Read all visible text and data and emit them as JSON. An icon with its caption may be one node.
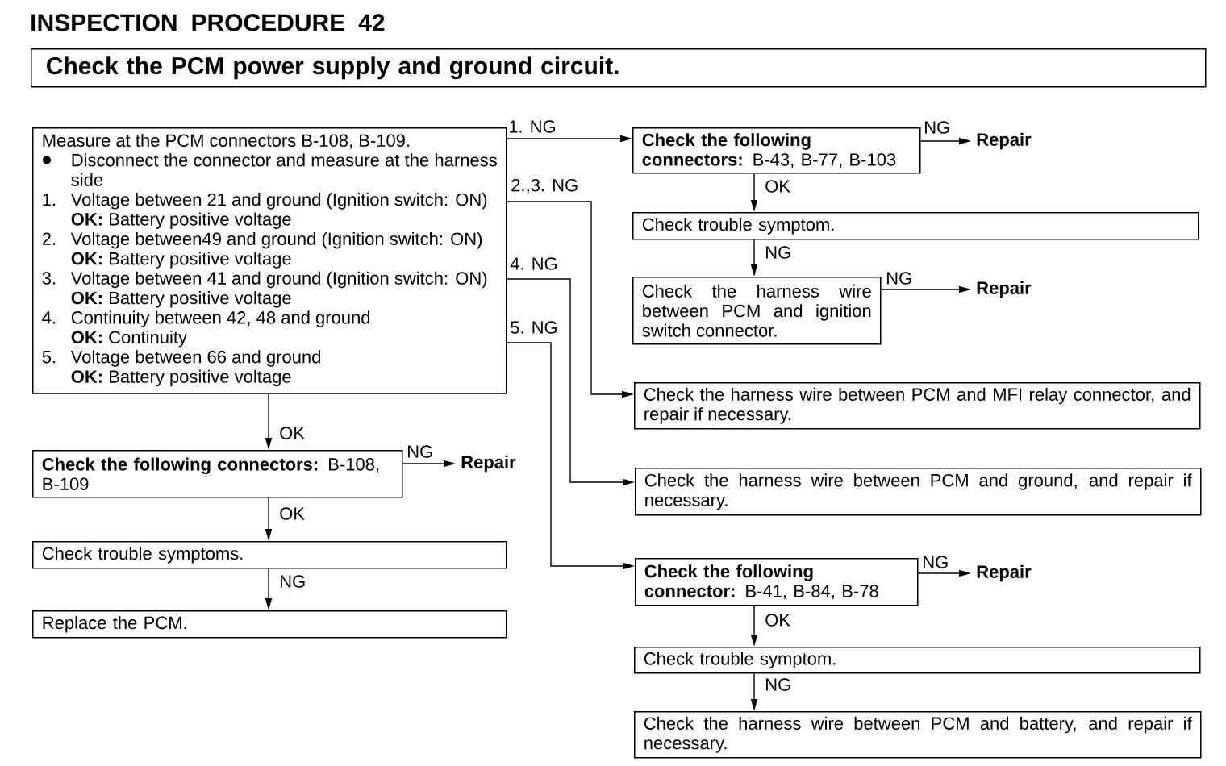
{
  "diagram": {
    "title": "INSPECTION PROCEDURE 42",
    "nodes": [
      {
        "text": [
          "Check the PCM power supply and ground circuit."
        ]
      },
      {
        "text": [
          "Measure at the PCM connectors B-108, B-109.",
          "Disconnect the connector and measure at the harness side",
          "1.",
          "Voltage between 21 and ground (Ignition switch: ON)",
          "**OK:** Battery positive voltage",
          "2.",
          "Voltage between49 and ground (Ignition switch: ON)",
          "**OK:** Battery positive voltage",
          "3.",
          "Voltage between 41 and ground (Ignition switch: ON)",
          "**OK:** Battery positive voltage",
          "4.",
          "Continuity between 42, 48 and ground",
          "**OK:** Continuity",
          "5.",
          "Voltage between 66 and ground",
          "**OK:** Battery positive voltage"
        ]
      },
      {
        "text": [
          "**Check the following connectors:** B-43, B-77, B-103"
        ]
      },
      {
        "text": [
          "Repair"
        ]
      },
      {
        "text": [
          "Check trouble symptom."
        ]
      },
      {
        "text": [
          "Check the harness wire between PCM and ignition switch connector."
        ]
      },
      {
        "text": [
          "Repair"
        ]
      },
      {
        "text": [
          "Check the harness wire between PCM and MFI relay connector, and repair if necessary."
        ]
      },
      {
        "text": [
          "Check the harness wire between PCM and ground, and repair if necessary."
        ]
      },
      {
        "text": [
          "**Check the following connectors:** B-108, B-109"
        ]
      },
      {
        "text": [
          "Repair"
        ]
      },
      {
        "text": [
          "Check trouble symptoms."
        ]
      },
      {
        "text": [
          "Replace the PCM."
        ]
      },
      {
        "text": [
          "**Check the following connector:** B-41, B-84, B-78"
        ]
      },
      {
        "text": [
          "Repair"
        ]
      },
      {
        "text": [
          "Check trouble symptom."
        ]
      },
      {
        "text": [
          "Check the harness wire between PCM and battery, and repair if necessary."
        ]
      }
    ],
    "edges": [
      {
        "from": 1,
        "to": 2,
        "arrow": "to",
        "label": "1. NG"
      },
      {
        "from": 2,
        "to": 3,
        "arrow": "to",
        "label": "NG"
      },
      {
        "from": 2,
        "to": 4,
        "arrow": "to",
        "label": "OK"
      },
      {
        "from": 4,
        "to": 5,
        "arrow": "to",
        "label": "NG"
      },
      {
        "from": 5,
        "to": 6,
        "arrow": "to",
        "label": "NG"
      },
      {
        "from": 1,
        "to": 7,
        "arrow": "to",
        "label": "2.,3. NG"
      },
      {
        "from": 1,
        "to": 8,
        "arrow": "to",
        "label": "4. NG"
      },
      {
        "from": 1,
        "to": 13,
        "arrow": "to",
        "label": "5. NG"
      },
      {
        "from": 1,
        "to": 9,
        "arrow": "to",
        "label": "OK"
      },
      {
        "from": 9,
        "to": 10,
        "arrow": "to",
        "label": "NG"
      },
      {
        "from": 9,
        "to": 11,
        "arrow": "to",
        "label": "OK"
      },
      {
        "from": 11,
        "to": 12,
        "arrow": "to",
        "label": "NG"
      },
      {
        "from": 13,
        "to": 14,
        "arrow": "to",
        "label": "NG"
      },
      {
        "from": 13,
        "to": 15,
        "arrow": "to",
        "label": "OK"
      },
      {
        "from": 15,
        "to": 16,
        "arrow": "to",
        "label": "NG"
      }
    ]
  }
}
